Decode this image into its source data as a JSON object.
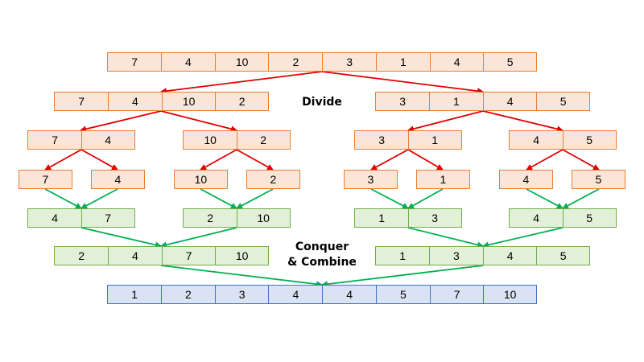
{
  "labels": {
    "divide": "Divide",
    "conquer": "Conquer",
    "combine": "& Combine"
  },
  "colors": {
    "divide_arrow": "#e00000",
    "combine_arrow": "#00b050",
    "orange_fill": "#fbe5d6",
    "orange_border": "#ed7d31",
    "green_fill": "#e2f0d9",
    "green_border": "#70ad47",
    "blue_fill": "#dae3f3",
    "blue_border": "#4472c4"
  },
  "input_array": [
    7,
    4,
    10,
    2,
    3,
    1,
    4,
    5
  ],
  "divide_levels": {
    "halves": [
      [
        7,
        4,
        10,
        2
      ],
      [
        3,
        1,
        4,
        5
      ]
    ],
    "quarters": [
      [
        7,
        4
      ],
      [
        10,
        2
      ],
      [
        3,
        1
      ],
      [
        4,
        5
      ]
    ],
    "singles": [
      7,
      4,
      10,
      2,
      3,
      1,
      4,
      5
    ]
  },
  "combine_levels": {
    "pairs": [
      [
        4,
        7
      ],
      [
        2,
        10
      ],
      [
        1,
        3
      ],
      [
        4,
        5
      ]
    ],
    "halves": [
      [
        2,
        4,
        7,
        10
      ],
      [
        1,
        3,
        4,
        5
      ]
    ]
  },
  "sorted_array": [
    1,
    2,
    3,
    4,
    4,
    5,
    7,
    10
  ]
}
